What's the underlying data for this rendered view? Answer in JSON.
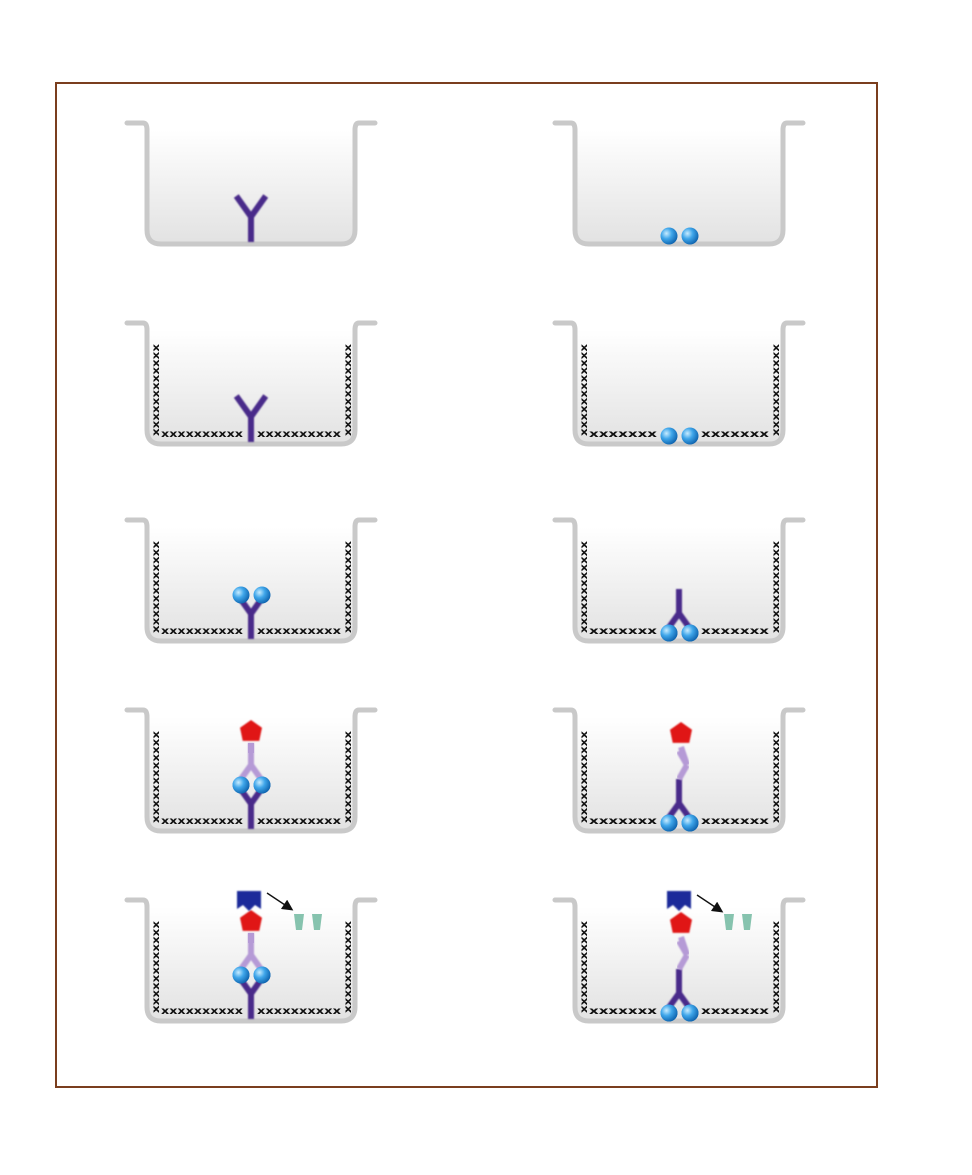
{
  "colors": {
    "frame_border": "#7a3e1e",
    "well_outline": "#c9c9c9",
    "capture_antibody": "#4a2a8a",
    "detection_antibody": "#b59ad6",
    "antigen": "#3a9ee0",
    "blocker_mark": "#111111",
    "label": "#e01515",
    "enzyme": "#1f2c9a",
    "product": "#86c3ae"
  },
  "icons": {
    "well": "microplate-well",
    "capture_antibody": "y-antibody-icon",
    "antigen": "sphere-antigen-icon",
    "block": "x-blocking-layer",
    "label": "pentagon-label-icon",
    "enzyme": "enzyme-icon",
    "product": "product-icon",
    "arrow": "arrow-icon"
  },
  "block_marks": {
    "left_column": "xxxxxxxxxxxx",
    "right_column": "xxxxxxxxxxxx",
    "sandwich_left_floor": "xxxxxxxxxx",
    "sandwich_right_floor": "xxxxxxxxxx",
    "direct_left_floor": "xxxxxxx",
    "direct_right_floor": "xxxxxxx"
  },
  "panels": [
    {
      "id": "L1",
      "column": "left",
      "step": 1,
      "layers": [
        "capture_antibody"
      ]
    },
    {
      "id": "R1",
      "column": "right",
      "step": 1,
      "layers": [
        "antigen"
      ]
    },
    {
      "id": "L2",
      "column": "left",
      "step": 2,
      "layers": [
        "capture_antibody",
        "block"
      ]
    },
    {
      "id": "R2",
      "column": "right",
      "step": 2,
      "layers": [
        "antigen",
        "block"
      ]
    },
    {
      "id": "L3",
      "column": "left",
      "step": 3,
      "layers": [
        "capture_antibody",
        "block",
        "antigen"
      ]
    },
    {
      "id": "R3",
      "column": "right",
      "step": 3,
      "layers": [
        "antigen",
        "block",
        "detection_antibody"
      ]
    },
    {
      "id": "L4",
      "column": "left",
      "step": 4,
      "layers": [
        "capture_antibody",
        "block",
        "antigen",
        "detection_antibody",
        "label"
      ]
    },
    {
      "id": "R4",
      "column": "right",
      "step": 4,
      "layers": [
        "antigen",
        "block",
        "detection_antibody",
        "secondary_antibody",
        "label"
      ]
    },
    {
      "id": "L5",
      "column": "left",
      "step": 5,
      "layers": [
        "capture_antibody",
        "block",
        "antigen",
        "detection_antibody",
        "label",
        "enzyme",
        "product"
      ]
    },
    {
      "id": "R5",
      "column": "right",
      "step": 5,
      "layers": [
        "antigen",
        "block",
        "detection_antibody",
        "secondary_antibody",
        "label",
        "enzyme",
        "product"
      ]
    }
  ]
}
